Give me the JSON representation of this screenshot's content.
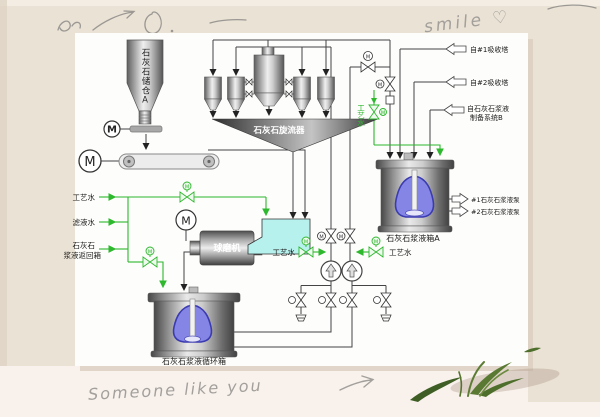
{
  "decorations": {
    "smile_text": "smile ♡",
    "someone_text": "Someone like you"
  },
  "diagram": {
    "silo_label": "石灰石储仓A",
    "cyclone_label": "石灰石旋流器",
    "mill_label": "球磨机",
    "tank_a_label": "石灰石浆液箱A",
    "circulation_tank_label": "石灰石浆液循环箱",
    "motor_letter": "M",
    "process_water": "工艺水",
    "left_feeds": {
      "process_water": "工艺水",
      "filtrate_water": "滤液水",
      "return_line1": "石灰石",
      "return_line2": "浆液返回箱"
    },
    "sources": {
      "s1": "自#1吸收塔",
      "s2": "自#2吸收塔",
      "s3_line1": "自石灰石浆液",
      "s3_line2": "制备系统B"
    },
    "pump_outlets": {
      "p1": "#1石灰石浆液泵",
      "p2": "#2石灰石浆液泵"
    },
    "colors": {
      "paper": "#eae2d4",
      "panel": "#fdfdfb",
      "pipe": "#444444",
      "pipe_green": "#2db82d",
      "chute_cyan": "#b7f1ed",
      "agitator_purple": "#8585e6",
      "pencil_gray": "#a3a09c",
      "grass_green": "#4e6e2c"
    }
  }
}
